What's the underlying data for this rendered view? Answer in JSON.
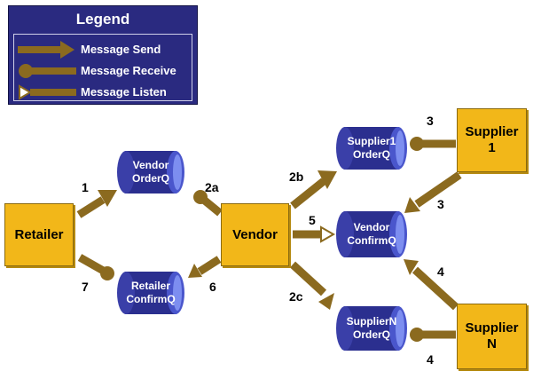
{
  "legend": {
    "title": "Legend",
    "items": [
      {
        "label": "Message Send"
      },
      {
        "label": "Message Receive"
      },
      {
        "label": "Message Listen"
      }
    ]
  },
  "colors": {
    "arrow": "#8b6a1f",
    "node_fill": "#f2b719",
    "queue_fill": "#2b2f8f",
    "legend_bg": "#2a2a80"
  },
  "nodes": {
    "retailer": "Retailer",
    "vendor": "Vendor",
    "supplier1": "Supplier\n1",
    "supplierN": "Supplier\nN"
  },
  "queues": {
    "vendor_orderq": "Vendor\nOrderQ",
    "retailer_confirmq": "Retailer\nConfirmQ",
    "supplier1_orderq": "Supplier1\nOrderQ",
    "vendor_confirmq": "Vendor\nConfirmQ",
    "suppliern_orderq": "SupplierN\nOrderQ"
  },
  "steps": {
    "s1": "1",
    "s2a": "2a",
    "s2b": "2b",
    "s2c": "2c",
    "s3_top": "3",
    "s3_mid": "3",
    "s4_mid": "4",
    "s4_bot": "4",
    "s5": "5",
    "s6": "6",
    "s7": "7"
  }
}
